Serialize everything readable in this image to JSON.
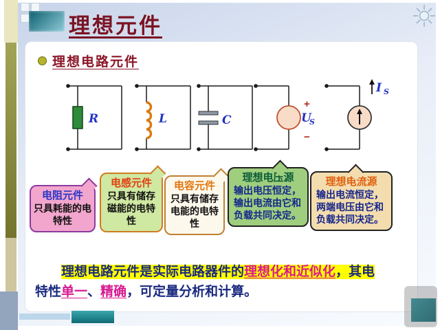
{
  "title": "理想元件",
  "heading": "理想电路元件",
  "colors": {
    "title_red": "#7a1322",
    "highlight_yellow": "#ffff00",
    "emphasis_magenta": "#d81890",
    "body_navy": "#1b2a80",
    "resistor_green": "#2e8b3a",
    "inductor_orange": "#d97a10"
  },
  "diagrams": [
    {
      "name": "resistor",
      "label": "R"
    },
    {
      "name": "inductor",
      "label": "L"
    },
    {
      "name": "capacitor",
      "label": "C"
    },
    {
      "name": "voltage-source",
      "label_main": "U",
      "label_sub": "S",
      "plus": "+",
      "minus": "−"
    },
    {
      "name": "current-source",
      "label_main": "I",
      "label_sub": "S"
    }
  ],
  "callouts": [
    {
      "title": "电阻元件",
      "body": "只具耗能的电特性"
    },
    {
      "title": "电感元件",
      "body": "只具有储存磁能的电特性"
    },
    {
      "title": "电容元件",
      "body": "只具有储存电能的电特性"
    },
    {
      "title": "理想电压源",
      "body": "输出电压恒定，输出电流由它和负载共同决定。"
    },
    {
      "title": "理想电流源",
      "body": "输出电流恒定，两端电压由它和负载共同决定。"
    }
  ],
  "summary": {
    "line1": [
      {
        "text": "理想电路元件是实际电路器件的",
        "style": "navy-highlight"
      },
      {
        "text": "理想化和近似化",
        "style": "magenta-highlight"
      },
      {
        "text": "，其电",
        "style": "navy-highlight"
      }
    ],
    "line2": [
      {
        "text": "特性",
        "style": "navy"
      },
      {
        "text": "单一",
        "style": "magenta"
      },
      {
        "text": "、",
        "style": "navy"
      },
      {
        "text": "精确",
        "style": "magenta"
      },
      {
        "text": "，可定量分析和计算。",
        "style": "navy"
      }
    ]
  }
}
